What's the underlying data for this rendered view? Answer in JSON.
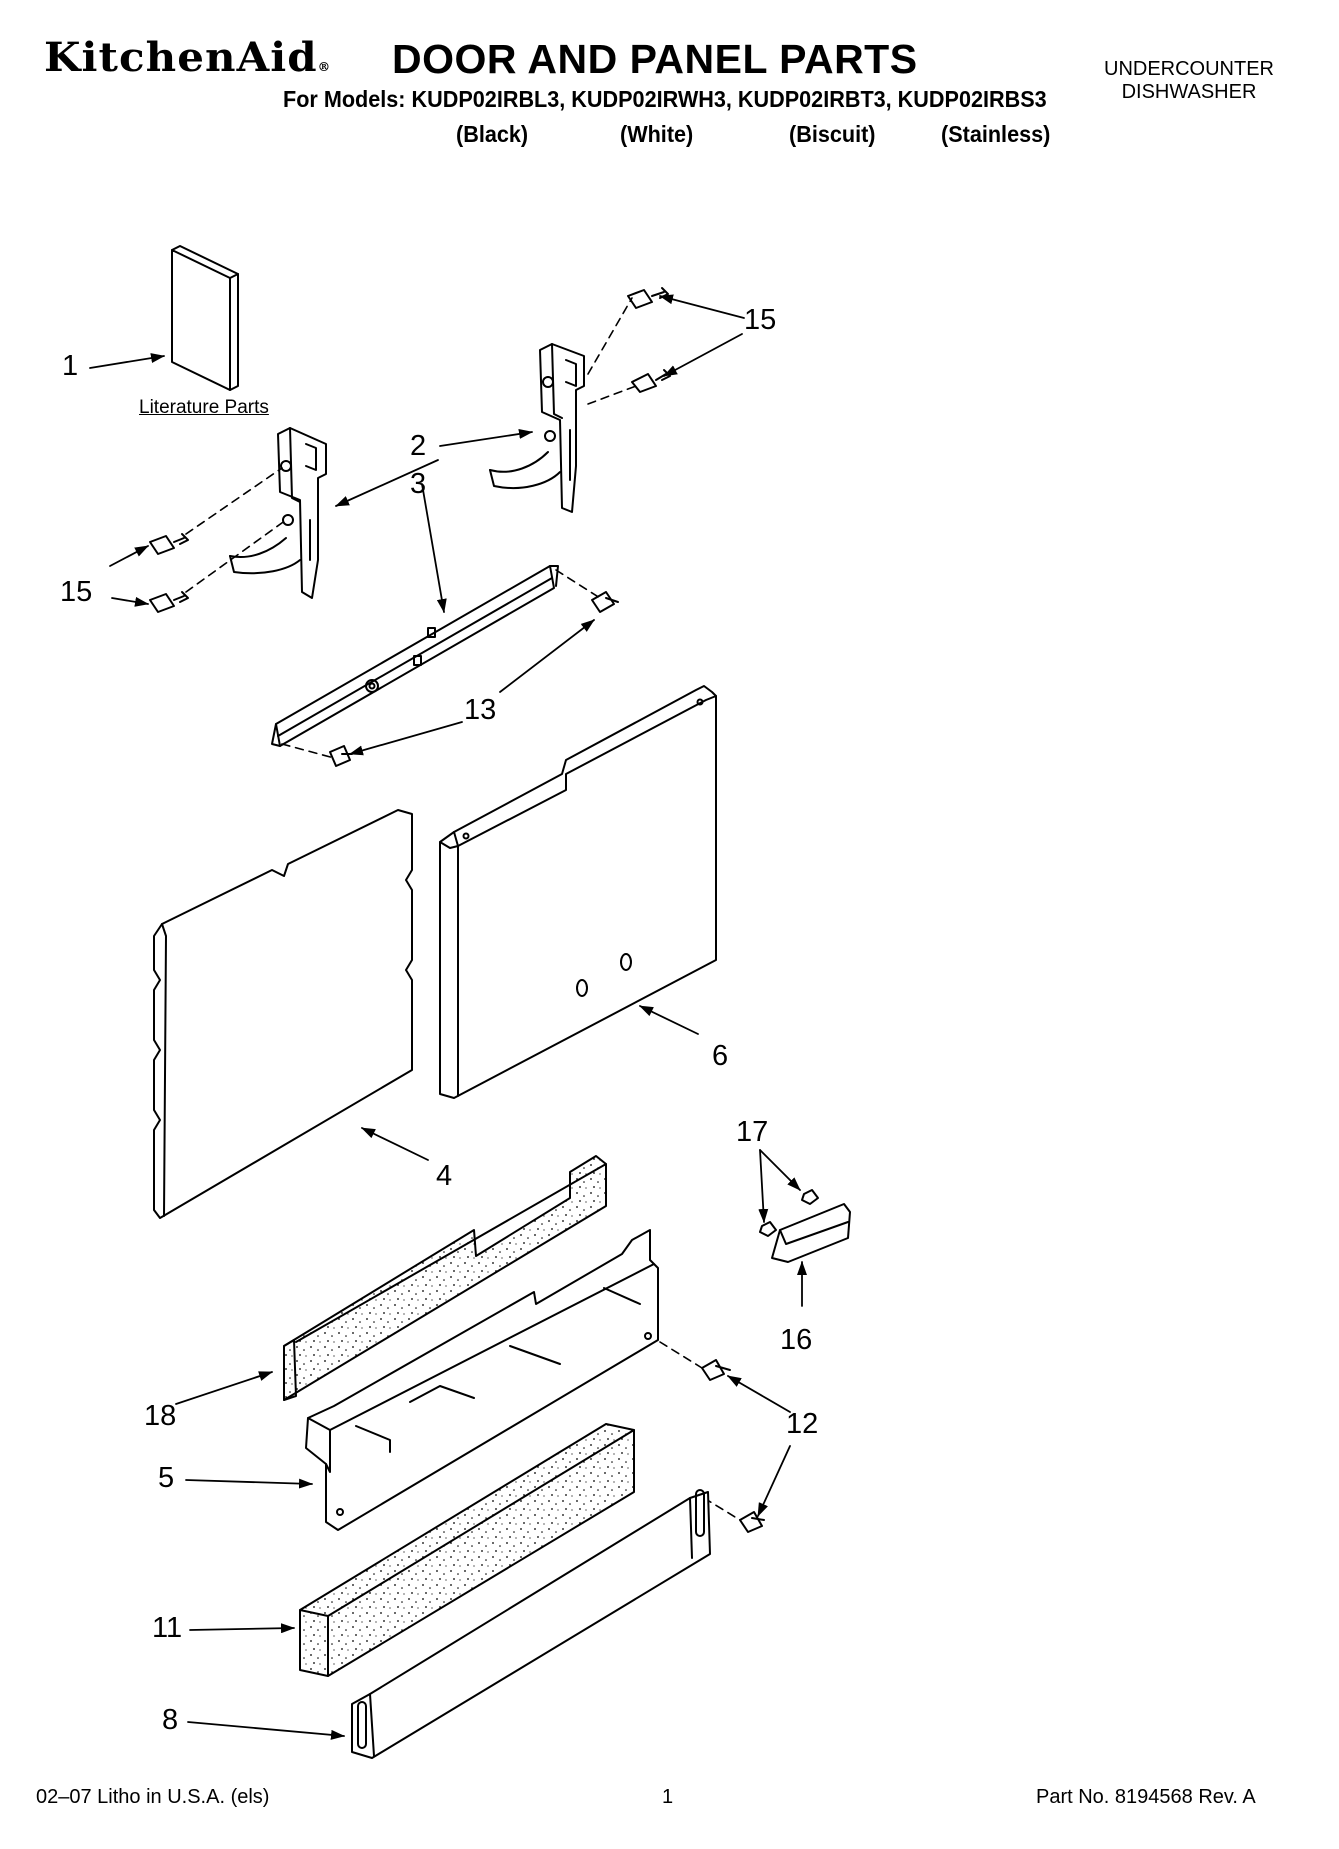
{
  "header": {
    "brand": "KitchenAid",
    "brand_mark": "®",
    "title": "DOOR AND PANEL PARTS",
    "appliance_line1": "UNDERCOUNTER",
    "appliance_line2": "DISHWASHER",
    "models": "For Models: KUDP02IRBL3, KUDP02IRWH3, KUDP02IRBT3, KUDP02IRBS3",
    "variants": [
      "(Black)",
      "(White)",
      "(Biscuit)",
      "(Stainless)"
    ]
  },
  "diagram": {
    "literature_label": "Literature Parts",
    "callouts": {
      "c1": "1",
      "c2": "2",
      "c3": "3",
      "c4": "4",
      "c5": "5",
      "c6": "6",
      "c8": "8",
      "c11": "11",
      "c12": "12",
      "c13": "13",
      "c15a": "15",
      "c15b": "15",
      "c16": "16",
      "c17": "17",
      "c18": "18"
    }
  },
  "footer": {
    "print_info": "02–07 Litho in U.S.A. (els)",
    "page": "1",
    "part_number": "Part No. 8194568 Rev. A"
  }
}
